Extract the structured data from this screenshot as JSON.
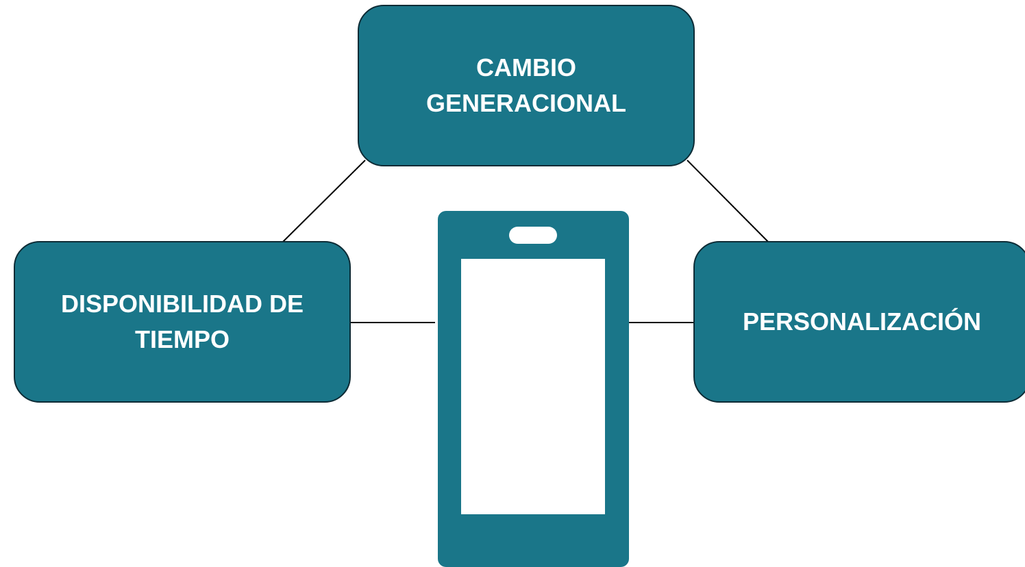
{
  "colors": {
    "node_fill": "#1a7689",
    "node_border": "#0d2b35",
    "node_text": "#ffffff",
    "connector": "#000000",
    "phone": "#1a7689"
  },
  "nodes": {
    "top": {
      "lines": [
        "CAMBIO",
        "GENERACIONAL"
      ]
    },
    "left": {
      "lines": [
        "DISPONIBILIDAD DE",
        "TIEMPO"
      ]
    },
    "right": {
      "lines": [
        "PERSONALIZACIÓN"
      ]
    }
  },
  "center_icon": "smartphone-icon"
}
